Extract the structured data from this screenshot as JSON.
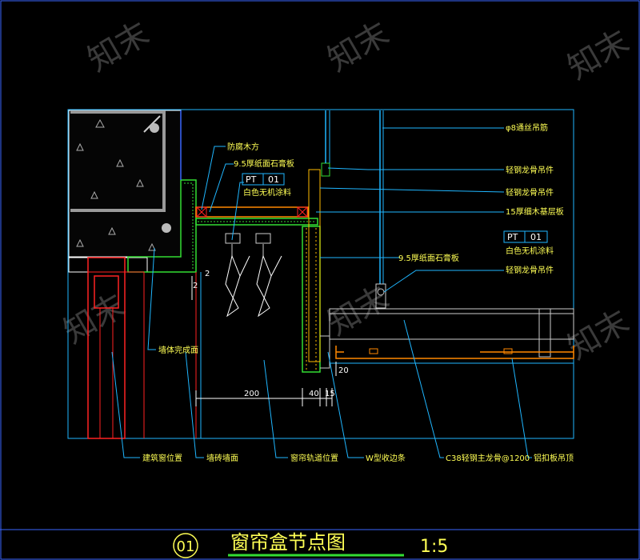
{
  "watermark": "知末",
  "labels": {
    "wood_block": "防腐木方",
    "gypsum_top": "9.5厚纸面石膏板",
    "pt1_code": "PT",
    "pt1_num": "01",
    "pt1_desc": "白色无机涂料",
    "rod": "φ8通丝吊筋",
    "hanger1": "轻钢龙骨吊件",
    "hanger2": "轻钢龙骨吊件",
    "base_board": "15厚细木基层板",
    "pt2_code": "PT",
    "pt2_num": "01",
    "pt2_desc": "白色无机涂料",
    "gypsum_right": "9.5厚纸面石膏板",
    "hanger3": "轻钢龙骨吊件",
    "wall_finish": "墙体完成面",
    "window_pos": "建筑窗位置",
    "brick_wall": "墙砖墙面",
    "track_pos": "窗帘轨道位置",
    "w_strip": "W型收边条",
    "main_keel": "C38轻钢主龙骨@1200",
    "alu_ceiling": "铝扣板吊顶"
  },
  "dims": {
    "d200": "200",
    "d40": "40",
    "d15": "15",
    "d20": "20",
    "d2a": "2",
    "d2b": "2"
  },
  "title": {
    "number": "01",
    "text": "窗帘盒节点图",
    "scale": "1:5"
  }
}
